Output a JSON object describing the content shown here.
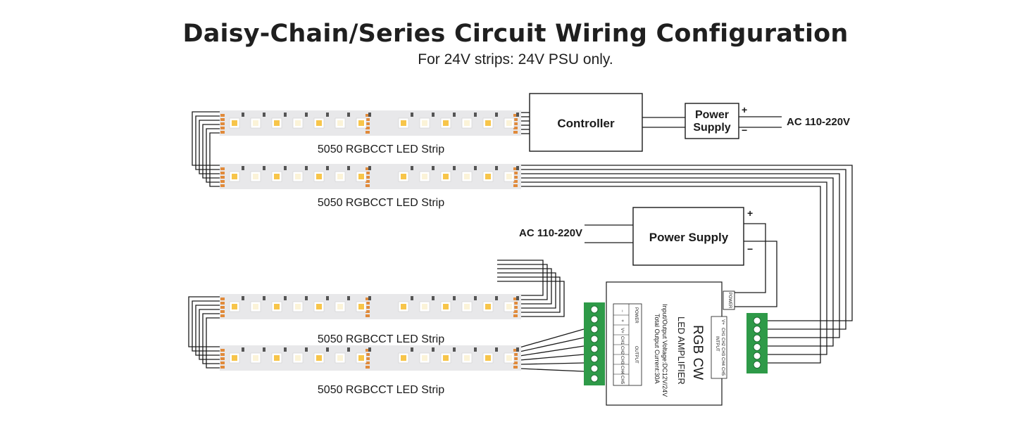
{
  "title": "Daisy-Chain/Series Circuit Wiring Configuration",
  "subtitle": "For 24V strips: 24V PSU only.",
  "strips": [
    {
      "label": "5050 RGBCCT LED Strip"
    },
    {
      "label": "5050 RGBCCT LED Strip"
    },
    {
      "label": "5050 RGBCCT LED Strip"
    },
    {
      "label": "5050 RGBCCT LED Strip"
    }
  ],
  "controller": {
    "label": "Controller"
  },
  "psu_top": {
    "line1": "Power",
    "line2": "Supply",
    "plus": "+",
    "minus": "−",
    "ac": "AC 110-220V"
  },
  "psu_mid": {
    "label": "Power Supply",
    "plus": "+",
    "minus": "−",
    "ac": "AC 110-220V"
  },
  "amplifier": {
    "name": "RGB CW",
    "sub": "LED AMPLIFIER",
    "spec1": "Input/Output Voltage:DC12V/24V",
    "spec2": "Total Output Current:30A",
    "power_tag": "POWER",
    "output_header": "OUTPUT",
    "power_header": "POWER",
    "input_header": "INTPUT",
    "left_pins": [
      "−",
      "+",
      "V+",
      "CH1",
      "CH2",
      "CH3",
      "CH4",
      "CH5"
    ],
    "right_pins": [
      "V+",
      "CH1",
      "CH2",
      "CH3",
      "CH4",
      "CH5"
    ]
  },
  "colors": {
    "terminal": "#2e9a48",
    "wire": "#1a1a1a",
    "strip": "#e8e8ea",
    "led_warm": "#f7c54a",
    "led_cool": "#fbf3d8"
  }
}
